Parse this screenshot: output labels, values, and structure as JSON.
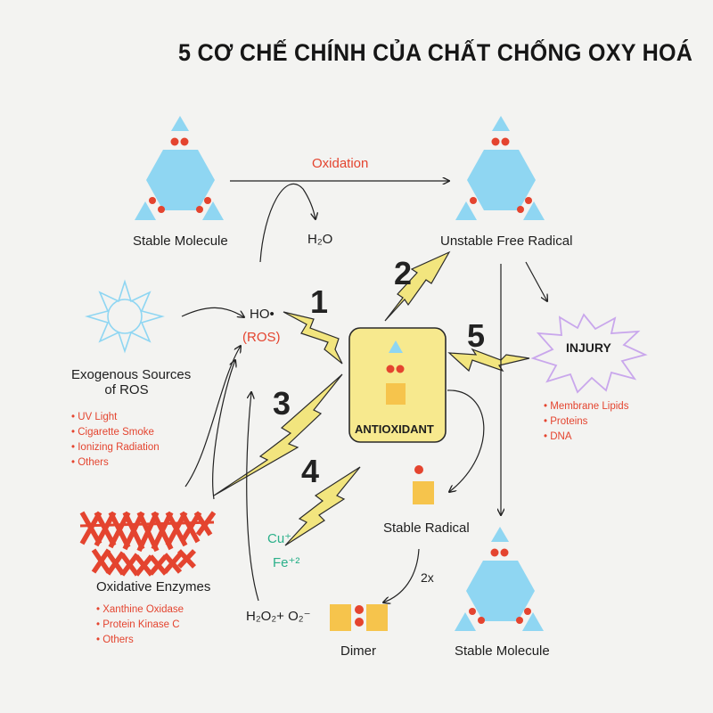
{
  "title": "5 CƠ CHẾ CHÍNH CỦA CHẤT CHỐNG OXY HOÁ",
  "labels": {
    "stable_molecule_top": "Stable Molecule",
    "unstable_free_radical": "Unstable Free Radical",
    "oxidation": "Oxidation",
    "water": "H₂O",
    "hydroxyl": "HO•",
    "ros": "(ROS)",
    "exogenous_line1": "Exogenous Sources",
    "exogenous_line2": "of ROS",
    "antioxidant": "ANTIOXIDANT",
    "injury": "INJURY",
    "stable_radical": "Stable Radical",
    "two_x": "2x",
    "dimer": "Dimer",
    "stable_molecule_bottom": "Stable Molecule",
    "oxidative_enzymes": "Oxidative Enzymes",
    "peroxide_superoxide": "H₂O₂+ O₂⁻",
    "copper": "Cu⁺",
    "iron": "Fe⁺²"
  },
  "mechanisms": [
    "1",
    "2",
    "3",
    "4",
    "5"
  ],
  "exogenous_sources": [
    "UV Light",
    "Cigarette Smoke",
    "Ionizing Radiation",
    "Others"
  ],
  "injury_targets": [
    "Membrane Lipids",
    "Proteins",
    "DNA"
  ],
  "enzymes": [
    "Xanthine Oxidase",
    "Protein Kinase C",
    "Others"
  ],
  "icons": [
    "stable-molecule-icon",
    "free-radical-icon",
    "sun-icon",
    "injury-burst-icon",
    "enzyme-lattice-icon",
    "lightning-bolt-icon",
    "antioxidant-icon",
    "dimer-icon"
  ],
  "colors": {
    "molecule_blue": "#8fd6f2",
    "electron_red": "#e4442f",
    "antioxidant_yellow": "#f7e98e",
    "bolt_yellow": "#f2e57e",
    "orange_block": "#f6c44c",
    "injury_purple": "#c9a7ec",
    "title_black": "#161616"
  }
}
